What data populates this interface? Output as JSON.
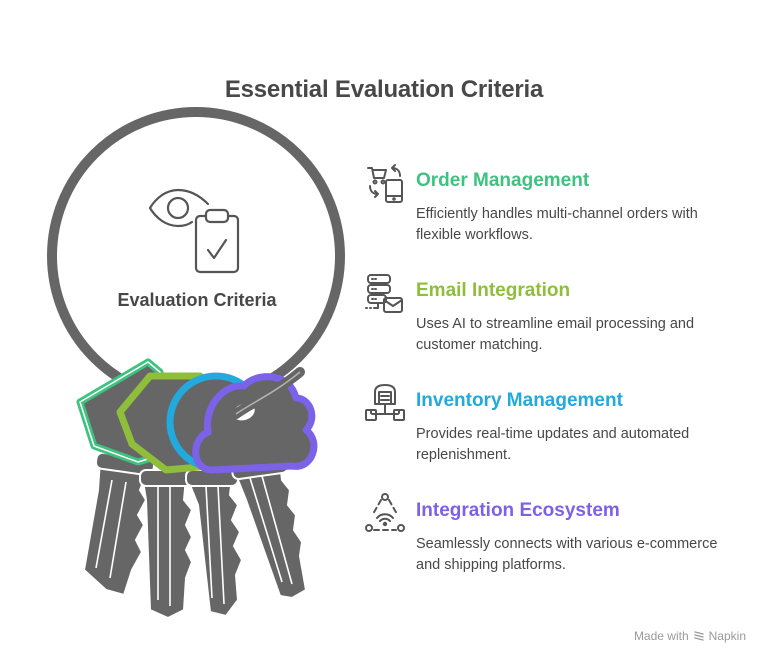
{
  "title": "Essential Evaluation Criteria",
  "center": {
    "label": "Evaluation Criteria",
    "icon": "eye-clipboard-check-icon"
  },
  "colors": {
    "text_dark": "#484848",
    "ring": "#666666",
    "key_body": "#666666",
    "green": "#3ec27f",
    "lime": "#8fbe3b",
    "blue": "#22a9dd",
    "purple": "#7b62e9"
  },
  "items": [
    {
      "heading": "Order Management",
      "description": "Efficiently handles multi-channel orders with flexible workflows.",
      "icon": "cart-phone-sync-icon",
      "color": "#3ec27f"
    },
    {
      "heading": "Email Integration",
      "description": "Uses AI to streamline email processing and customer matching.",
      "icon": "server-email-icon",
      "color": "#8fbe3b"
    },
    {
      "heading": "Inventory Management",
      "description": "Provides real-time updates and automated replenishment.",
      "icon": "warehouse-network-icon",
      "color": "#22a9dd"
    },
    {
      "heading": "Integration Ecosystem",
      "description": "Seamlessly connects with various e-commerce and shipping platforms.",
      "icon": "wireless-network-icon",
      "color": "#7b62e9"
    }
  ],
  "footer": {
    "made_with": "Made with",
    "brand": "Napkin"
  }
}
